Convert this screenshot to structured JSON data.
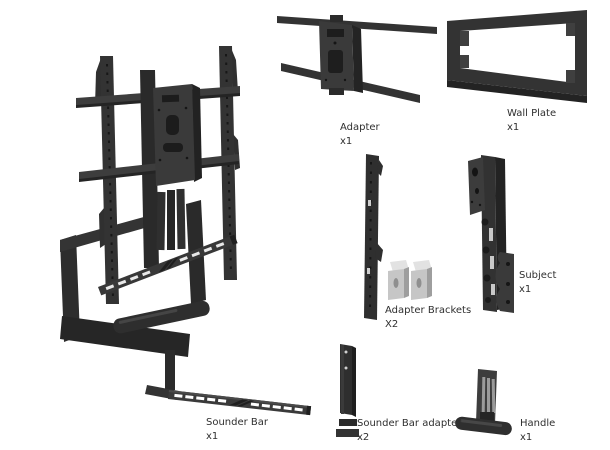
{
  "diagram": {
    "background_color": "#ffffff",
    "part_color": "#333333",
    "bracket_silver_color": "#c6c6c6",
    "label_text_color": "#2f2f2f"
  },
  "parts": {
    "adapter": {
      "name": "Adapter",
      "qty": "x1"
    },
    "wall_plate": {
      "name": "Wall Plate",
      "qty": "x1"
    },
    "adapter_brackets": {
      "name": "Adapter Brackets",
      "qty": "X2"
    },
    "subject": {
      "name": "Subject",
      "qty": "x1"
    },
    "sounder_bar": {
      "name": "Sounder Bar",
      "qty": "x1"
    },
    "sounder_bar_adapter": {
      "name": "Sounder Bar adapter",
      "qty": "x2"
    },
    "handle": {
      "name": "Handle",
      "qty": "x1"
    }
  }
}
